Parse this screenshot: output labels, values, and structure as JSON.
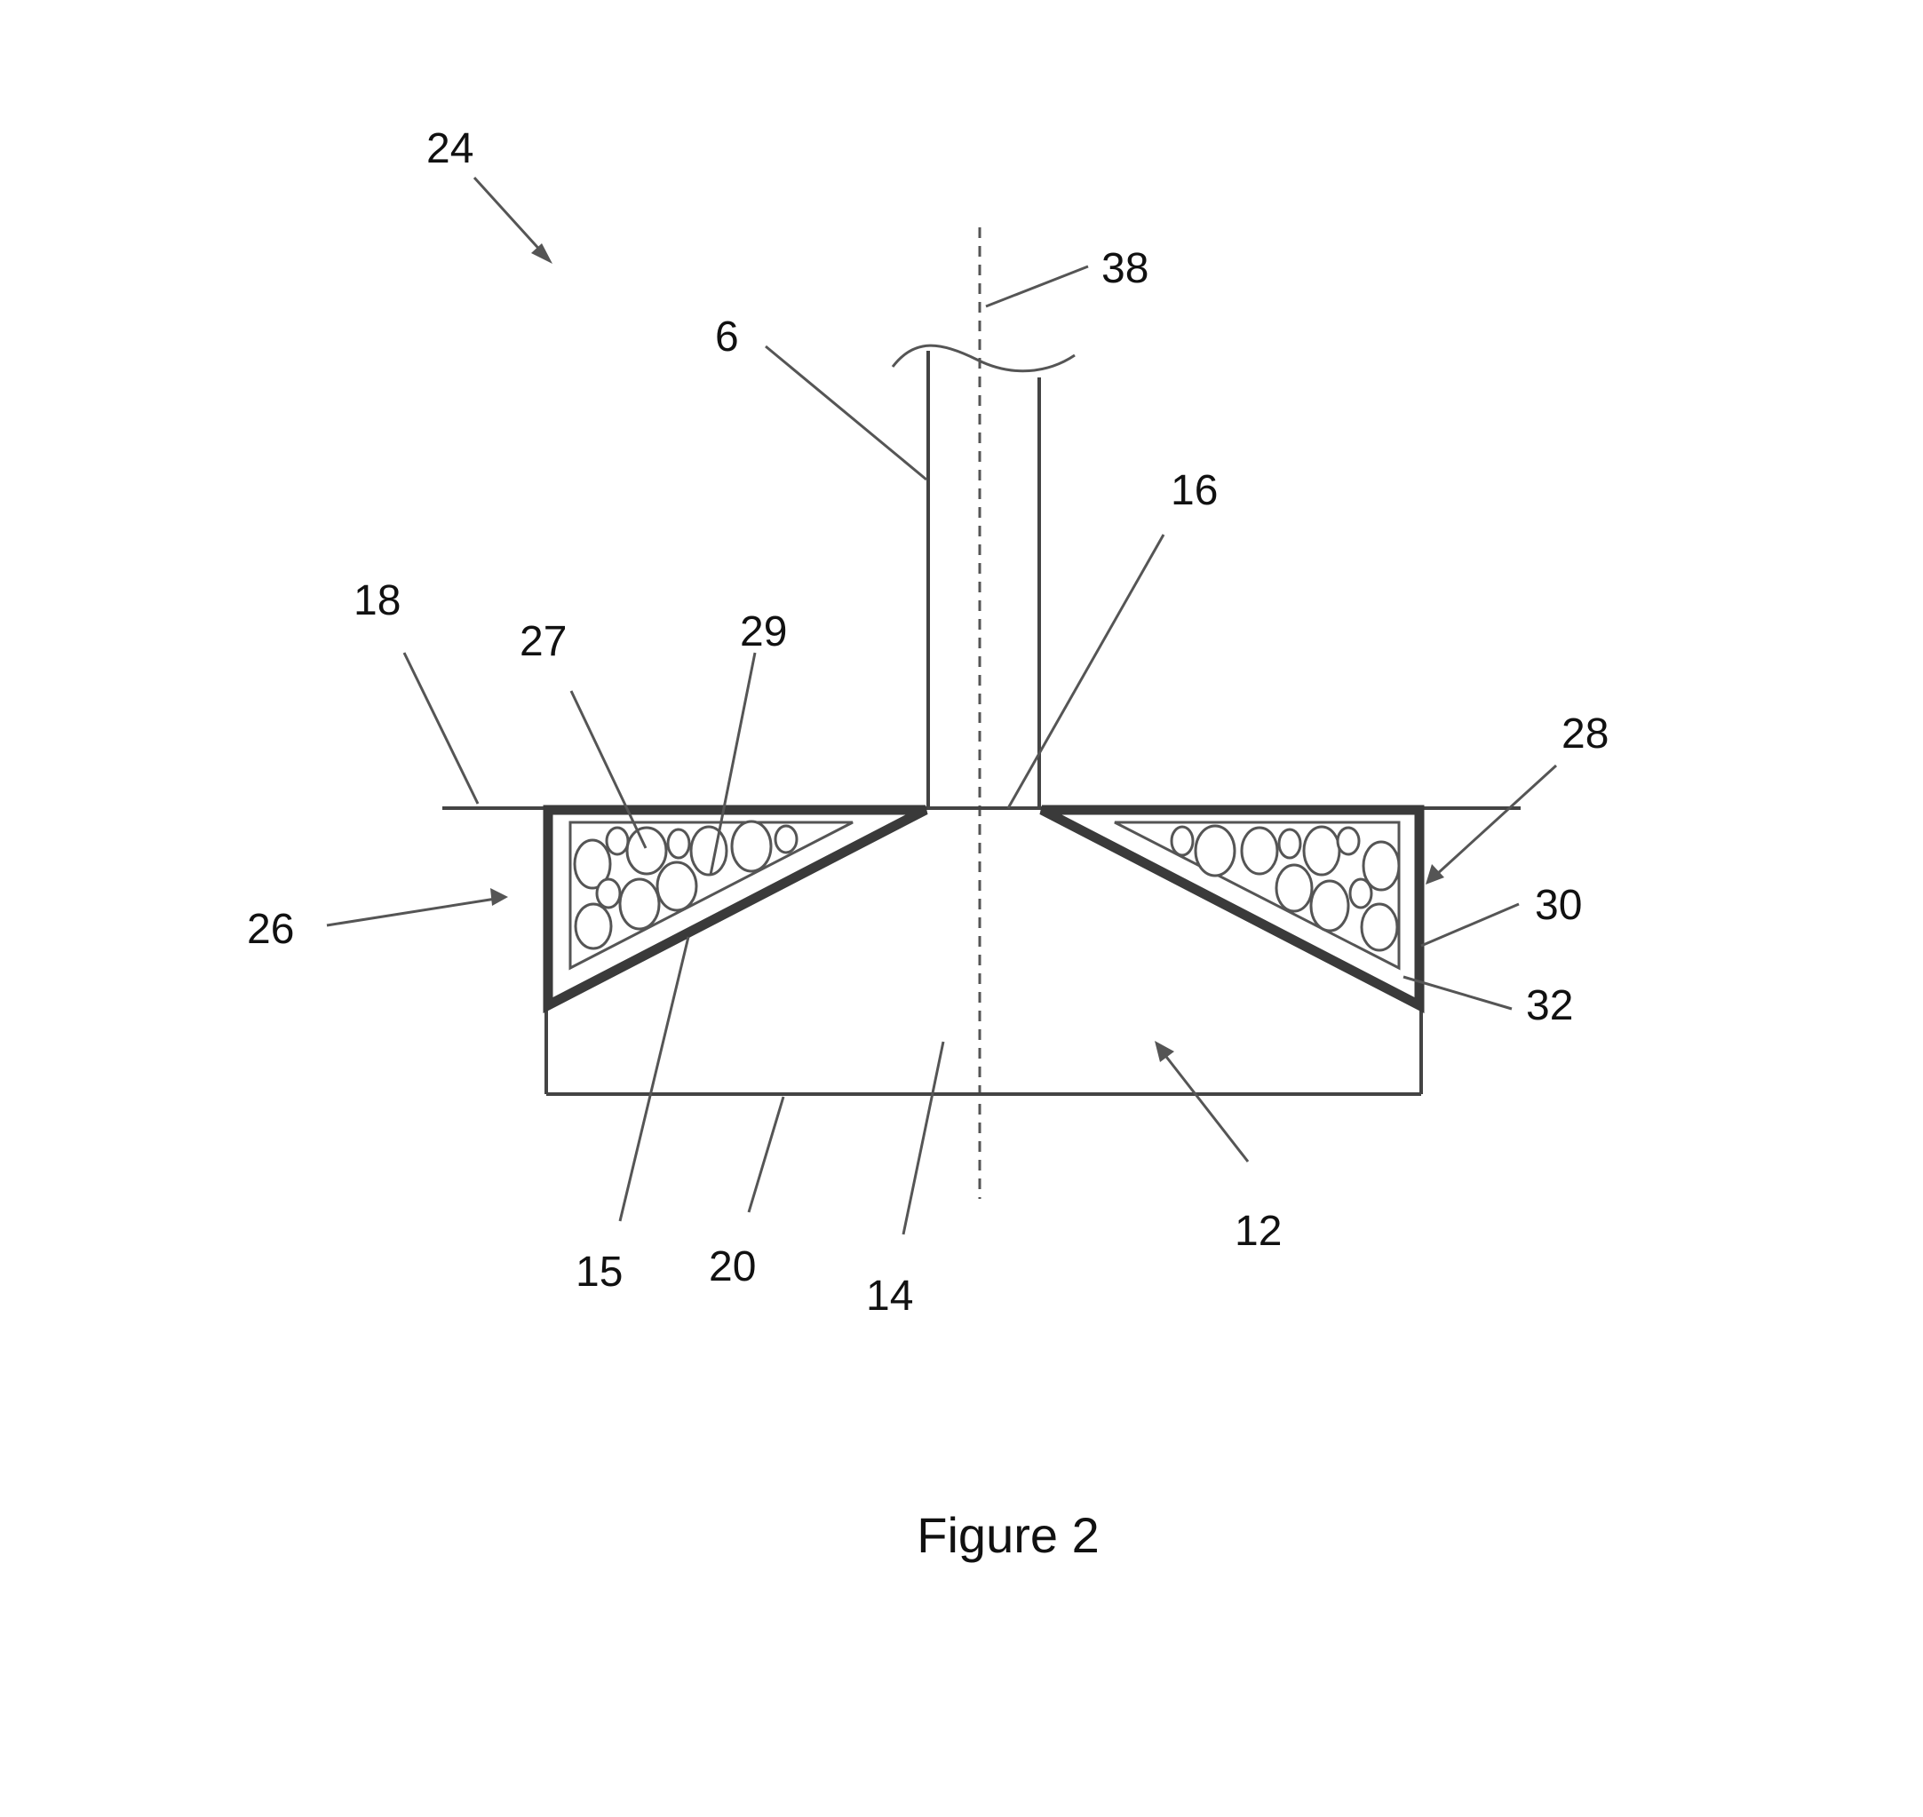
{
  "figure": {
    "caption": "Figure 2",
    "reference_numerals": {
      "n24": "24",
      "n38": "38",
      "n6": "6",
      "n16": "16",
      "n18": "18",
      "n27": "27",
      "n29": "29",
      "n28": "28",
      "n26": "26",
      "n30": "30",
      "n32": "32",
      "n15": "15",
      "n20": "20",
      "n14": "14",
      "n12": "12"
    },
    "colors": {
      "line": "#444444",
      "background": "#ffffff"
    }
  }
}
